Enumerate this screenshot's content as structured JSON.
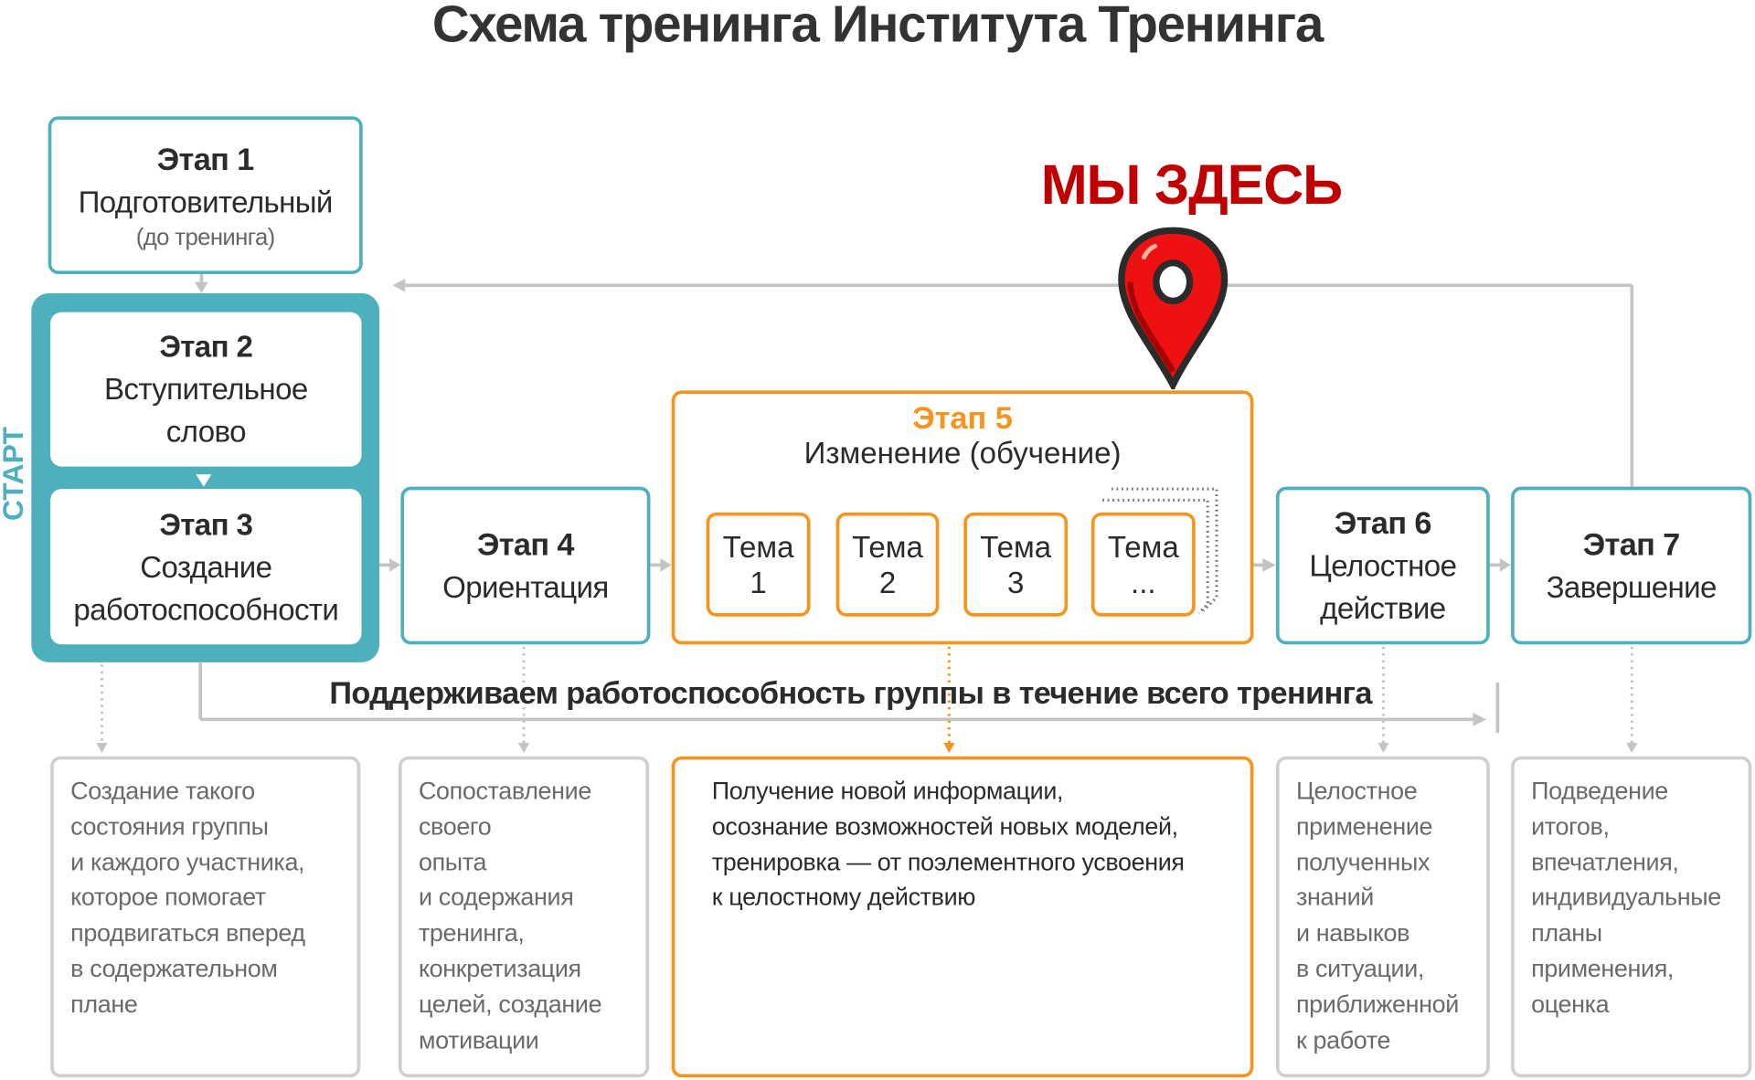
{
  "title": "Схема тренинга Института Тренинга",
  "start_label": "СТАРТ",
  "marker_label": "МЫ ЗДЕСЬ",
  "support_label": "Поддерживаем работоспособность группы в течение всего тренинга",
  "stages": {
    "s1": {
      "name": "Этап 1",
      "title": "Подготовительный",
      "note": "(до тренинга)"
    },
    "s2": {
      "name": "Этап 2",
      "title1": "Вступительное",
      "title2": "слово"
    },
    "s3": {
      "name": "Этап 3",
      "title1": "Создание",
      "title2": "работоспособности"
    },
    "s4": {
      "name": "Этап 4",
      "title": "Ориентация"
    },
    "s5": {
      "name": "Этап 5",
      "title": "Изменение (обучение)",
      "topics": [
        {
          "l1": "Тема",
          "l2": "1"
        },
        {
          "l1": "Тема",
          "l2": "2"
        },
        {
          "l1": "Тема",
          "l2": "3"
        },
        {
          "l1": "Тема",
          "l2": "..."
        }
      ]
    },
    "s6": {
      "name": "Этап 6",
      "title1": "Целостное",
      "title2": "действие"
    },
    "s7": {
      "name": "Этап 7",
      "title": "Завершение"
    }
  },
  "descriptions": [
    [
      "Создание такого",
      "состояния группы",
      "и каждого участника,",
      "которое помогает",
      "продвигаться вперед",
      "в содержательном",
      "плане"
    ],
    [
      "Сопоставление",
      "своего",
      "опыта",
      "и содержания",
      "тренинга,",
      "конкретизация",
      "целей, создание",
      "мотивации"
    ],
    [
      "Получение новой информации,",
      "осознание возможностей новых моделей,",
      "тренировка — от поэлементного усвоения",
      "к целостному действию"
    ],
    [
      "Целостное",
      "применение",
      "полученных",
      "знаний",
      "и навыков",
      "в ситуации,",
      "приближенной",
      "к работе"
    ],
    [
      "Подведение",
      "итогов,",
      "впечатления,",
      "индивидуальные",
      "планы",
      "применения,",
      "оценка"
    ]
  ],
  "colors": {
    "teal": "#4fb0bd",
    "orange": "#f7941d",
    "red": "#c00000",
    "line": "#c4c4c4"
  }
}
